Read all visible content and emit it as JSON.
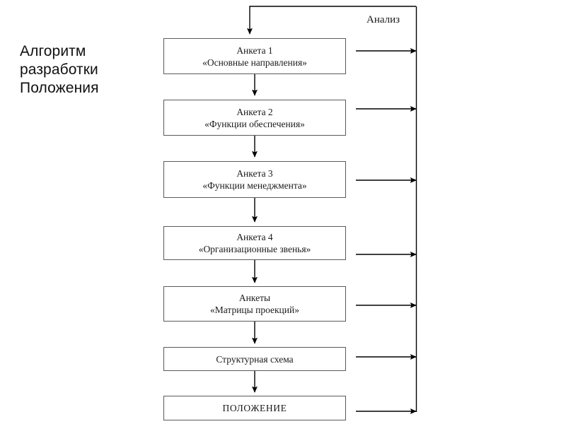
{
  "diagram": {
    "title": {
      "lines": [
        "Алгоритм",
        "разработки",
        "Положения"
      ]
    },
    "analysis_label": "Анализ",
    "nodes": [
      {
        "id": "anketa-1",
        "lines": [
          "Анкета 1",
          "«Основные направления»"
        ]
      },
      {
        "id": "anketa-2",
        "lines": [
          "Анкета 2",
          "«Функции обеспечения»"
        ]
      },
      {
        "id": "anketa-3",
        "lines": [
          "Анкета 3",
          "«Функции менеджмента»"
        ]
      },
      {
        "id": "anketa-4",
        "lines": [
          "Анкета 4",
          "«Организационные звенья»"
        ]
      },
      {
        "id": "ankety-matrix",
        "lines": [
          "Анкеты",
          "«Матрицы проекций»"
        ]
      },
      {
        "id": "struct-scheme",
        "lines": [
          "Структурная схема"
        ]
      },
      {
        "id": "polozhenie",
        "lines": [
          "ПОЛОЖЕНИЕ"
        ]
      }
    ],
    "colors": {
      "background": "#ffffff",
      "box_border": "#5a5a5a",
      "connector": "#000000",
      "text": "#1a1a1a"
    }
  }
}
